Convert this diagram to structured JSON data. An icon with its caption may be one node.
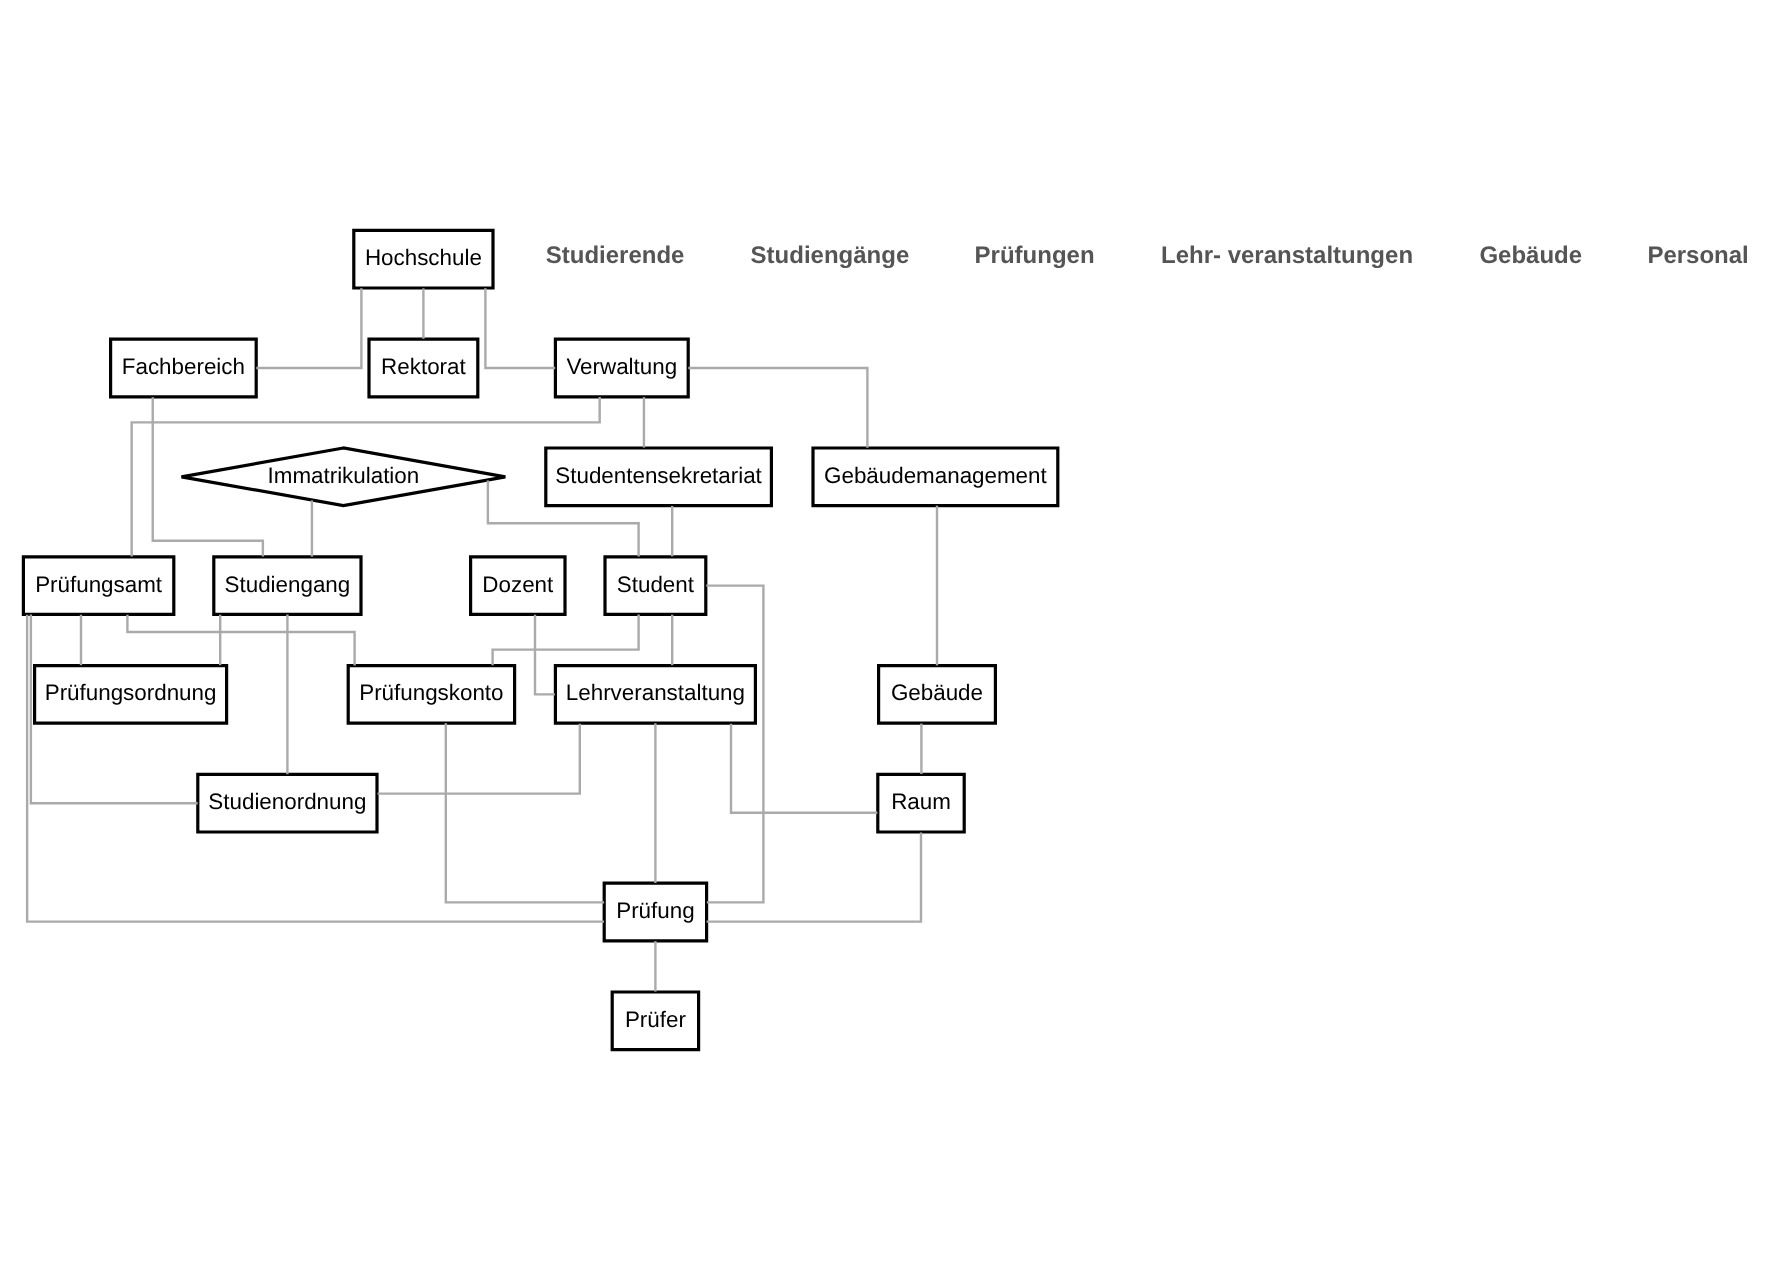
{
  "diagram": {
    "nodes": [
      {
        "text": [
          "Hochschule"
        ]
      },
      {
        "text": [
          "Fachbereich"
        ]
      },
      {
        "text": [
          "Rektorat"
        ]
      },
      {
        "text": [
          "Verwaltung"
        ]
      },
      {
        "text": [
          "Studentensekretariat"
        ]
      },
      {
        "text": [
          "Gebäudemanagement"
        ]
      },
      {
        "text": [
          "Prüfungsamt"
        ]
      },
      {
        "text": [
          "Immatrikulation"
        ]
      },
      {
        "text": [
          "Studiengang"
        ]
      },
      {
        "text": [
          "Student"
        ]
      },
      {
        "text": [
          "Prüfungskonto"
        ]
      },
      {
        "text": [
          "Dozent"
        ]
      },
      {
        "text": [
          "Gebäude"
        ]
      },
      {
        "text": [
          "Lehrveranstaltung"
        ]
      },
      {
        "text": [
          "Prüfung"
        ]
      },
      {
        "text": [
          "Studienordnung"
        ]
      },
      {
        "text": [
          "Raum"
        ]
      },
      {
        "text": [
          "Prüfer"
        ]
      },
      {
        "text": [
          "Prüfungsordnung"
        ]
      }
    ],
    "edges": [
      {
        "from": 0,
        "to": 1,
        "arrow": "none"
      },
      {
        "from": 0,
        "to": 2,
        "arrow": "none"
      },
      {
        "from": 0,
        "to": 3,
        "arrow": "none"
      },
      {
        "from": 3,
        "to": 4,
        "arrow": "none"
      },
      {
        "from": 3,
        "to": 5,
        "arrow": "none"
      },
      {
        "from": 3,
        "to": 6,
        "arrow": "none"
      },
      {
        "from": 1,
        "to": 8,
        "arrow": "none"
      },
      {
        "from": 7,
        "to": 8,
        "arrow": "none"
      },
      {
        "from": 4,
        "to": 9,
        "arrow": "none"
      },
      {
        "from": 7,
        "to": 9,
        "arrow": "none"
      },
      {
        "from": 6,
        "to": 15,
        "arrow": "none"
      },
      {
        "from": 6,
        "to": 14,
        "arrow": "none"
      },
      {
        "from": 6,
        "to": 10,
        "arrow": "none"
      },
      {
        "from": 6,
        "to": 18,
        "arrow": "none"
      },
      {
        "from": 5,
        "to": 12,
        "arrow": "none"
      },
      {
        "from": 12,
        "to": 16,
        "arrow": "none"
      },
      {
        "from": 9,
        "to": 10,
        "arrow": "none"
      },
      {
        "from": 9,
        "to": 14,
        "arrow": "none"
      },
      {
        "from": 16,
        "to": 14,
        "arrow": "none"
      },
      {
        "from": 14,
        "to": 17,
        "arrow": "none"
      },
      {
        "from": 10,
        "to": 14,
        "arrow": "none"
      },
      {
        "from": 9,
        "to": 13,
        "arrow": "none"
      },
      {
        "from": 11,
        "to": 13,
        "arrow": "none"
      },
      {
        "from": 13,
        "to": 14,
        "arrow": "none"
      },
      {
        "from": 13,
        "to": 15,
        "arrow": "none"
      },
      {
        "from": 13,
        "to": 16,
        "arrow": "none"
      },
      {
        "from": 8,
        "to": 15,
        "arrow": "none"
      },
      {
        "from": 8,
        "to": 18,
        "arrow": "none"
      }
    ],
    "labels": [
      "Studierende",
      "Studiengänge",
      "Prüfungen",
      "Lehr- veranstaltungen",
      "Gebäude",
      "Personal"
    ]
  }
}
